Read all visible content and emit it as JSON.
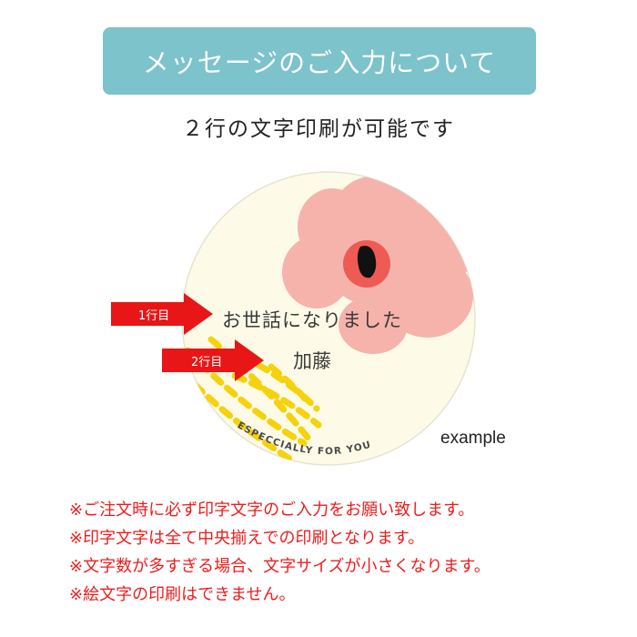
{
  "banner": {
    "title": "メッセージのご入力について"
  },
  "subtitle": "２行の文字印刷が可能です",
  "sticker": {
    "line1": "お世話になりました",
    "line2": "加藤",
    "curved_text": "ESPECCIALLY FOR YOU",
    "colors": {
      "background": "#fdfbe8",
      "flower": "#f6b3ac",
      "flower_center": "#ee5b55",
      "dots": "#f5d20b"
    }
  },
  "arrows": [
    {
      "label": "1行目",
      "color": "#e81616"
    },
    {
      "label": "2行目",
      "color": "#e81616"
    }
  ],
  "example_label": "example",
  "notes": [
    "※ご注文時に必ず印字文字のご入力をお願い致します。",
    "※印字文字は全て中央揃えでの印刷となります。",
    "※文字数が多すぎる場合、文字サイズが小さくなります。",
    "※絵文字の印刷はできません。"
  ],
  "colors": {
    "banner": "#7cc3cb",
    "note_text": "#ee1c1c"
  }
}
